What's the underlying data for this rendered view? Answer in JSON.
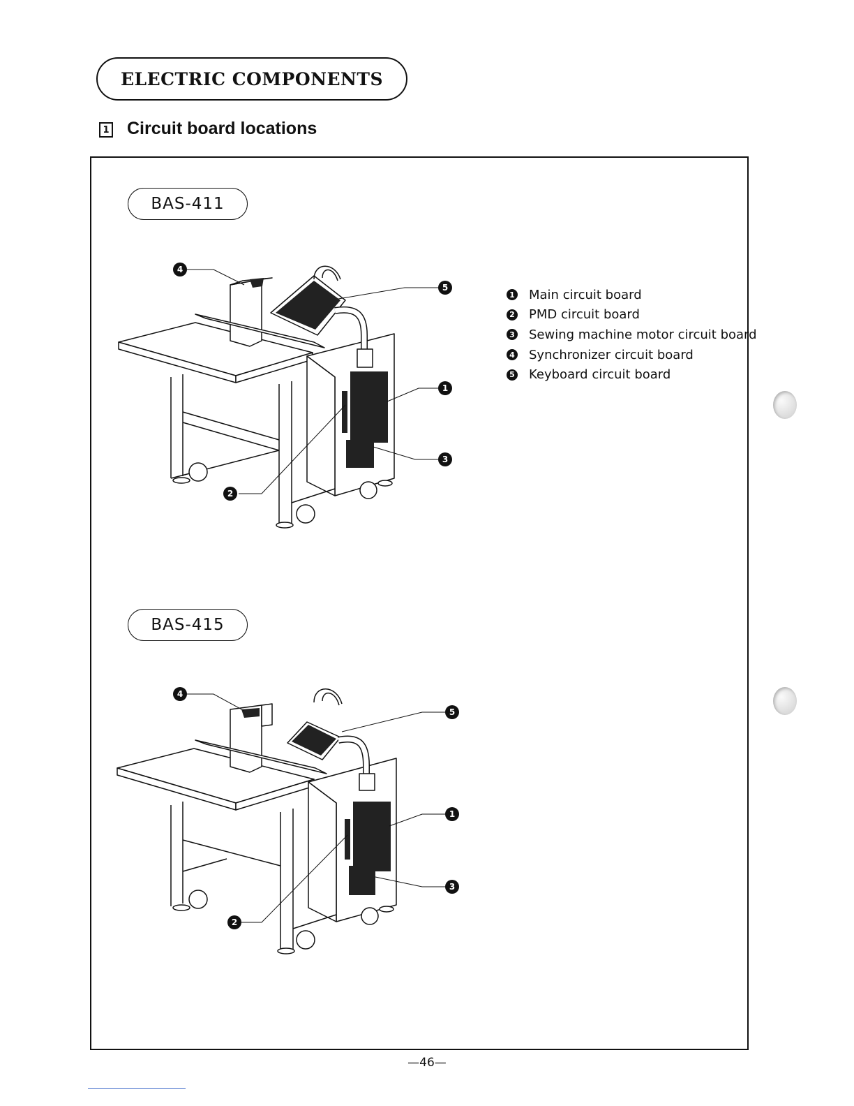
{
  "section_title": "ELECTRIC COMPONENTS",
  "subsection": {
    "number": "1",
    "title": "Circuit board locations"
  },
  "models": [
    {
      "name": "BAS-411",
      "callouts": [
        "4",
        "5",
        "1",
        "3",
        "2"
      ]
    },
    {
      "name": "BAS-415",
      "callouts": [
        "4",
        "5",
        "1",
        "3",
        "2"
      ]
    }
  ],
  "legend": [
    {
      "num": "1",
      "label": "Main circuit board"
    },
    {
      "num": "2",
      "label": "PMD circuit board"
    },
    {
      "num": "3",
      "label": "Sewing machine motor circuit board"
    },
    {
      "num": "4",
      "label": "Synchronizer circuit board"
    },
    {
      "num": "5",
      "label": "Keyboard circuit board"
    }
  ],
  "page_number": "—46—"
}
